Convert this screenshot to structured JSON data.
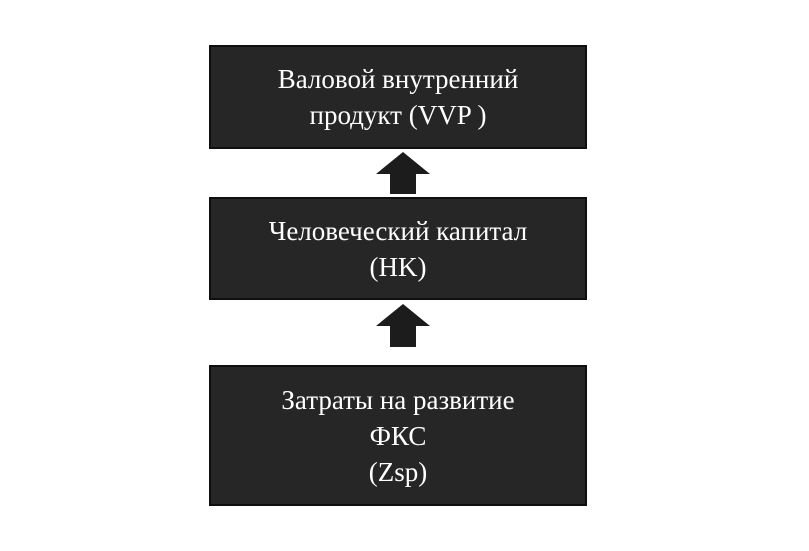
{
  "diagram": {
    "boxes": [
      {
        "lines": [
          "Валовой внутренний",
          "продукт (VVP )"
        ]
      },
      {
        "lines": [
          "Человеческий капитал",
          "(HK)"
        ]
      },
      {
        "lines": [
          "Затраты на развитие",
          "ФКС",
          "(Zsp)"
        ]
      }
    ],
    "colors": {
      "box_fill": "#262626",
      "box_border": "#0f0f0f",
      "text": "#ffffff",
      "arrow": "#1c1c1c",
      "background": "#ffffff"
    },
    "arrow_direction": "up"
  }
}
